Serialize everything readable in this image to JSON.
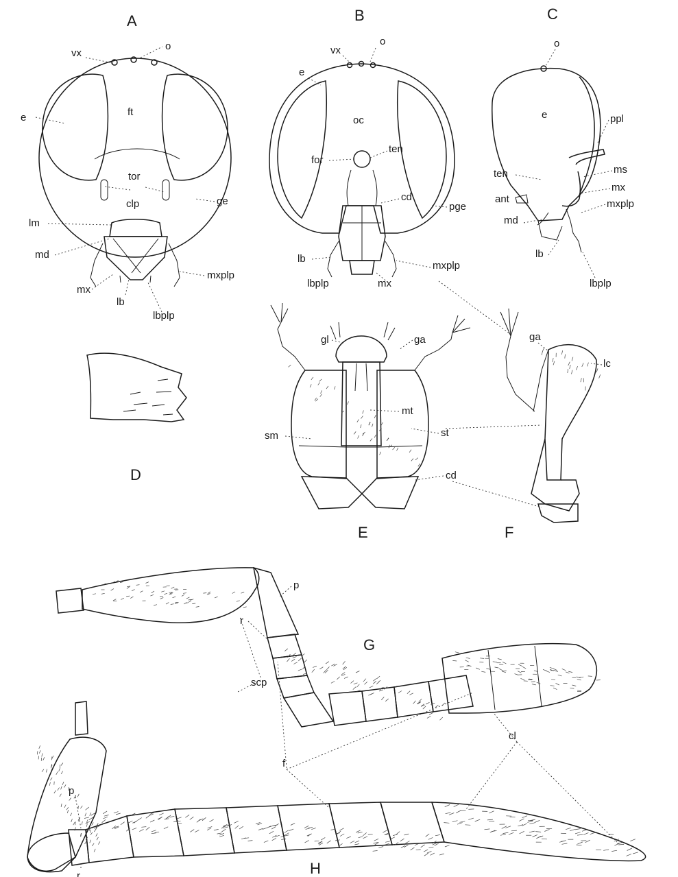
{
  "figure_letters": {
    "A": "A",
    "B": "B",
    "C": "C",
    "D": "D",
    "E": "E",
    "F": "F",
    "G": "G",
    "H": "H"
  },
  "labels": {
    "A": [
      "vx",
      "o",
      "e",
      "ft",
      "tor",
      "clp",
      "lm",
      "ge",
      "md",
      "mx",
      "lb",
      "lbplp",
      "mxplp"
    ],
    "B": [
      "vx",
      "o",
      "e",
      "oc",
      "for",
      "ten",
      "cd",
      "pge",
      "lb",
      "lbplp",
      "mx",
      "mxplp"
    ],
    "C": [
      "o",
      "e",
      "ppl",
      "ten",
      "ms",
      "mx",
      "ant",
      "md",
      "mxplp",
      "lb",
      "lbplp"
    ],
    "E": [
      "gl",
      "ga",
      "mt",
      "sm",
      "st",
      "cd"
    ],
    "F": [
      "ga",
      "lc"
    ],
    "G": [
      "p",
      "r",
      "scp"
    ],
    "H": [
      "p",
      "f",
      "cl",
      "r"
    ]
  },
  "colors": {
    "ink": "#1a1a1a",
    "paper": "#ffffff"
  }
}
